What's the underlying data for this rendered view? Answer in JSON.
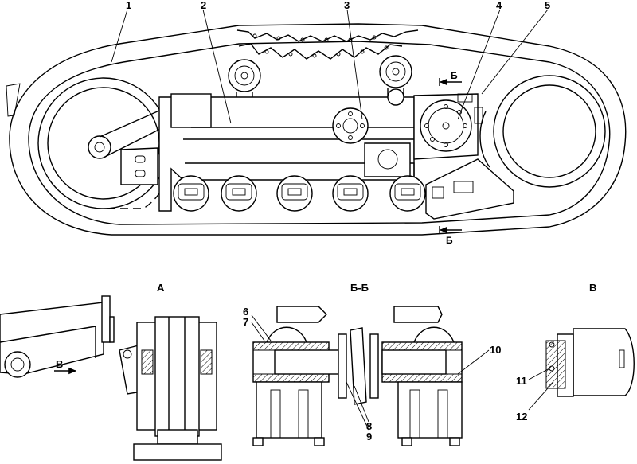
{
  "callouts": [
    "1",
    "2",
    "3",
    "4",
    "5",
    "6",
    "7",
    "8",
    "9",
    "10",
    "11",
    "12"
  ],
  "view_labels": {
    "view_a": "А",
    "view_bb": "Б-Б",
    "view_v": "В"
  },
  "section_marks": {
    "b_top": "Б",
    "b_bottom": "Б",
    "v_arrow": "В"
  }
}
